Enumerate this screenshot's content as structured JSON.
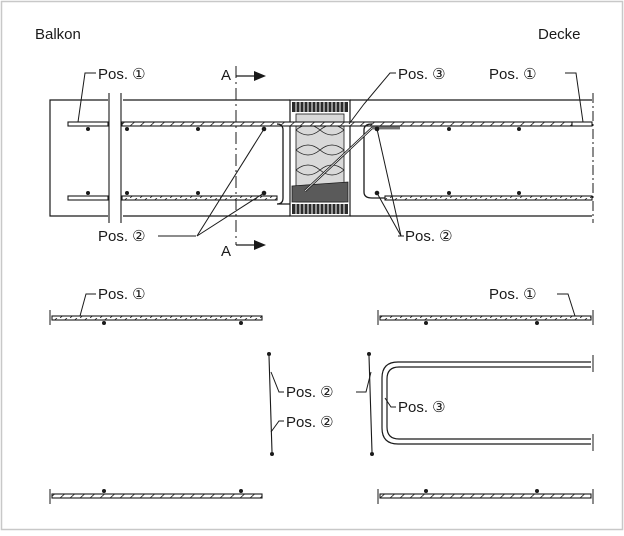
{
  "labels": {
    "balkon": "Balkon",
    "decke": "Decke",
    "section": "A",
    "pos1": "Pos. ①",
    "pos2": "Pos. ②",
    "pos3": "Pos. ③"
  },
  "colors": {
    "line": "#1a1a1a",
    "frame": "#c8c8c8",
    "insulation": "#d9d9d9",
    "insulation_dark": "#5a5a5a"
  }
}
